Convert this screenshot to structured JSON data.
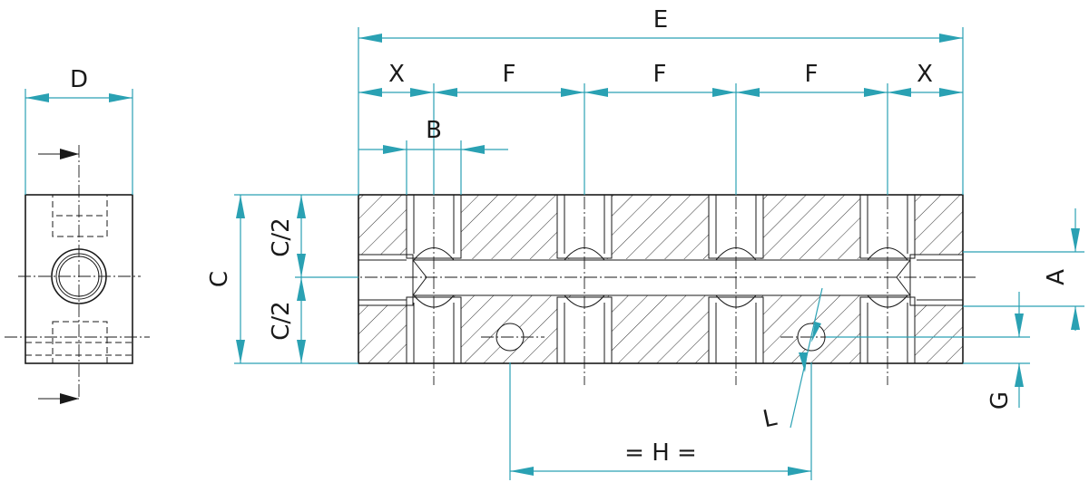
{
  "colors": {
    "dimension": "#2aa1b3",
    "outline": "#1a1a1a",
    "background": "#ffffff"
  },
  "labels": {
    "D": "D",
    "E": "E",
    "X_left": "X",
    "X_right": "X",
    "F1": "F",
    "F2": "F",
    "F3": "F",
    "B": "B",
    "C": "C",
    "C2_top": "C/2",
    "C2_bottom": "C/2",
    "A": "A",
    "G": "G",
    "L": "L",
    "H": "= H ="
  }
}
